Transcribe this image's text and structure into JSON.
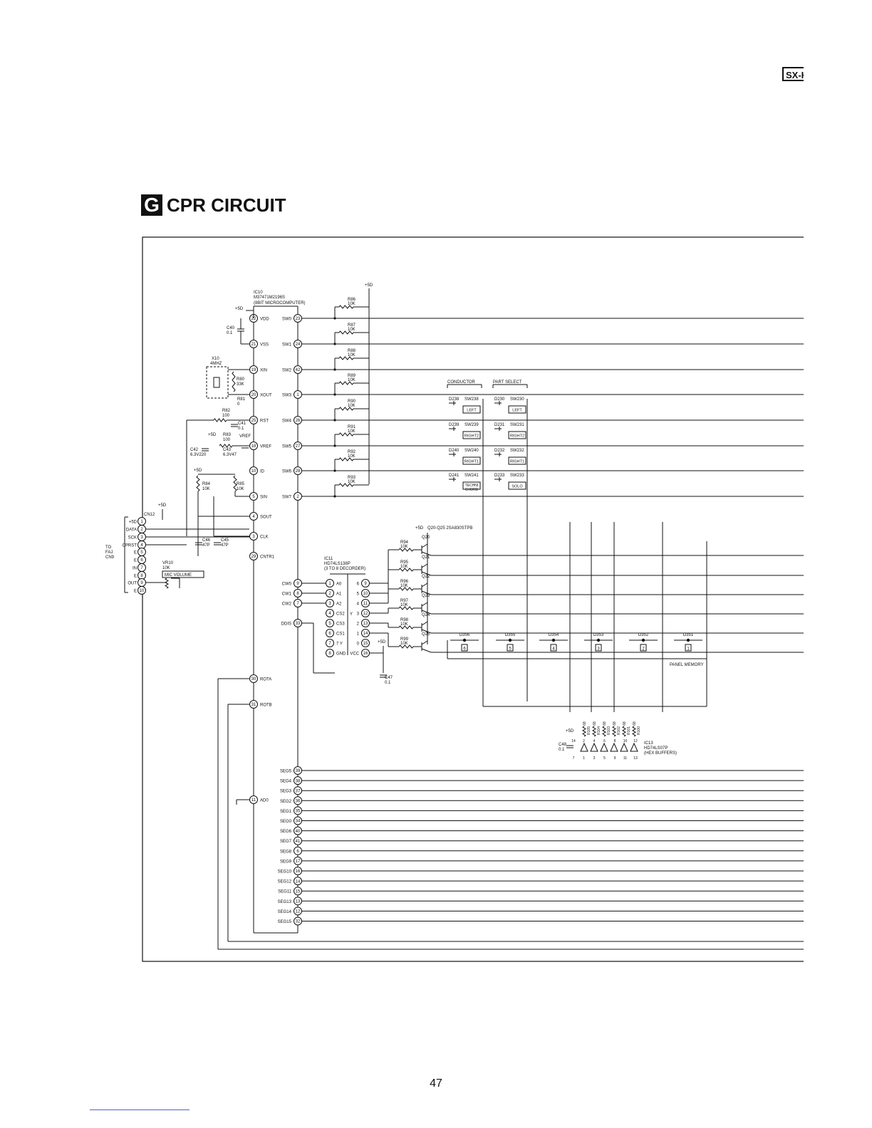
{
  "header": {
    "model": "SX-KN",
    "section_letter": "G",
    "title": "CPR CIRCUIT"
  },
  "page_number": "47",
  "supply_label": "+5D",
  "ic10": {
    "ref": "IC10",
    "part": "M37471M2196S",
    "desc": "(8BIT MICROCOMPUTER)"
  },
  "ic10_left_pins": [
    {
      "num": "22",
      "name": "VDD"
    },
    {
      "num": "21",
      "name": "VSS"
    },
    {
      "num": "19",
      "name": "XIN"
    },
    {
      "num": "20",
      "name": "XOUT"
    },
    {
      "num": "25",
      "name": "RST"
    },
    {
      "num": "18",
      "name": "VREF"
    },
    {
      "num": "10",
      "name": "ID"
    },
    {
      "num": "5",
      "name": "SIN"
    },
    {
      "num": "4",
      "name": "SOUT"
    },
    {
      "num": "3",
      "name": "CLK"
    },
    {
      "num": "29",
      "name": "CNTR1"
    },
    {
      "num": "30",
      "name": "ROTA"
    },
    {
      "num": "31",
      "name": "ROTB"
    },
    {
      "num": "11",
      "name": "AD0"
    }
  ],
  "ic10_right_pins": [
    {
      "num": "23",
      "name": "SW0"
    },
    {
      "num": "24",
      "name": "SW1"
    },
    {
      "num": "42",
      "name": "SW2"
    },
    {
      "num": "1",
      "name": "SW3"
    },
    {
      "num": "26",
      "name": "SW4"
    },
    {
      "num": "27",
      "name": "SW5"
    },
    {
      "num": "28",
      "name": "SW6"
    },
    {
      "num": "2",
      "name": "SW7"
    },
    {
      "num": "9",
      "name": "CW0"
    },
    {
      "num": "8",
      "name": "CW1"
    },
    {
      "num": "7",
      "name": "CW2"
    },
    {
      "num": "33",
      "name": "DDIS"
    }
  ],
  "seg_pins": [
    {
      "num": "39",
      "name": "SEG5"
    },
    {
      "num": "38",
      "name": "SEG4"
    },
    {
      "num": "37",
      "name": "SEG3"
    },
    {
      "num": "36",
      "name": "SEG2"
    },
    {
      "num": "35",
      "name": "SEG1"
    },
    {
      "num": "34",
      "name": "SEG0"
    },
    {
      "num": "40",
      "name": "SEG6"
    },
    {
      "num": "41",
      "name": "SEG7"
    },
    {
      "num": "6",
      "name": "SEG8"
    },
    {
      "num": "17",
      "name": "SEG9"
    },
    {
      "num": "16",
      "name": "SEG10"
    },
    {
      "num": "14",
      "name": "SEG12"
    },
    {
      "num": "15",
      "name": "SEG11"
    },
    {
      "num": "13",
      "name": "SEG13"
    },
    {
      "num": "12",
      "name": "SEG14"
    },
    {
      "num": "32",
      "name": "SEG15"
    }
  ],
  "pullups": [
    {
      "ref": "R86",
      "val": "10K"
    },
    {
      "ref": "R87",
      "val": "10K"
    },
    {
      "ref": "R88",
      "val": "10K"
    },
    {
      "ref": "R89",
      "val": "10K"
    },
    {
      "ref": "R90",
      "val": "10K"
    },
    {
      "ref": "R91",
      "val": "10K"
    },
    {
      "ref": "R92",
      "val": "10K"
    },
    {
      "ref": "R93",
      "val": "10K"
    }
  ],
  "components": {
    "c40": {
      "ref": "C40",
      "val": "0.1"
    },
    "x10": {
      "ref": "X10",
      "val": "4MHZ"
    },
    "r80": {
      "ref": "R80",
      "val": "33K"
    },
    "r81": {
      "ref": "R81",
      "val": "0"
    },
    "r82": {
      "ref": "R82",
      "val": "100"
    },
    "c41": {
      "ref": "C41",
      "val": "0.1"
    },
    "r83": {
      "ref": "R83",
      "val": "100"
    },
    "vref": "VREF",
    "c42": {
      "ref": "C42",
      "val": "6.3V220"
    },
    "c43": {
      "ref": "C43",
      "val": "6.3V47"
    },
    "r84": {
      "ref": "R84",
      "val": "10K"
    },
    "r85": {
      "ref": "R85",
      "val": "10K"
    },
    "c46": {
      "ref": "C46",
      "val": "47P"
    },
    "c45": {
      "ref": "C45",
      "val": "47P"
    },
    "c47": {
      "ref": "C47",
      "val": "0.1"
    },
    "c48": {
      "ref": "C48",
      "val": "0.1"
    },
    "vr10": {
      "ref": "VR10",
      "val": "10K",
      "label": "MIC VOLUME"
    }
  },
  "cn12": {
    "ref": "CN12",
    "to_label": [
      "TO",
      "FAJ",
      "CN9"
    ],
    "pins": [
      {
        "num": "1",
        "name": "+5D"
      },
      {
        "num": "2",
        "name": "DATA"
      },
      {
        "num": "3",
        "name": "SCK"
      },
      {
        "num": "4",
        "name": "CPRST"
      },
      {
        "num": "5",
        "name": "E"
      },
      {
        "num": "6",
        "name": "E"
      },
      {
        "num": "7",
        "name": "IN"
      },
      {
        "num": "8",
        "name": "E"
      },
      {
        "num": "9",
        "name": "OUT"
      },
      {
        "num": "10",
        "name": "E"
      }
    ]
  },
  "ic11": {
    "ref": "IC11",
    "part": "HD74LS138P",
    "desc": "(3 TO 8 DECORDER)",
    "left": [
      {
        "num": "1",
        "name": "A0"
      },
      {
        "num": "2",
        "name": "A1"
      },
      {
        "num": "3",
        "name": "A2"
      },
      {
        "num": "4",
        "name": "CS2"
      },
      {
        "num": "5",
        "name": "CS3"
      },
      {
        "num": "6",
        "name": "CS1"
      },
      {
        "num": "7",
        "name": "7 Y"
      },
      {
        "num": "8",
        "name": "GND"
      }
    ],
    "right": [
      {
        "num": "9",
        "inner": "6"
      },
      {
        "num": "10",
        "inner": "5"
      },
      {
        "num": "11",
        "inner": "4"
      },
      {
        "num": "12",
        "inner": "3"
      },
      {
        "num": "13",
        "inner": "2"
      },
      {
        "num": "14",
        "inner": "1"
      },
      {
        "num": "15",
        "inner": "0"
      },
      {
        "num": "16",
        "inner": "VCC"
      }
    ],
    "y_label": "Y"
  },
  "transistors": {
    "note": "Q20-Q25 2SA830STPB",
    "items": [
      {
        "q": "Q20",
        "r": "R94",
        "val": "10K"
      },
      {
        "q": "Q21",
        "r": "R95",
        "val": "10K"
      },
      {
        "q": "Q22",
        "r": "R96",
        "val": "10K"
      },
      {
        "q": "Q23",
        "r": "R97",
        "val": "10K"
      },
      {
        "q": "Q24",
        "r": "R98",
        "val": "10K"
      },
      {
        "q": "Q25",
        "r": "R99",
        "val": "10K"
      }
    ]
  },
  "conductor": {
    "label": "CONDUCTOR",
    "items": [
      {
        "d": "D238",
        "sw": "SW238",
        "key": "LEFT"
      },
      {
        "d": "D239",
        "sw": "SW239",
        "key": "RIGHT2"
      },
      {
        "d": "D240",
        "sw": "SW240",
        "key": "RIGHT1"
      },
      {
        "d": "D241",
        "sw": "SW241",
        "key": "TECHNI CHORD"
      }
    ]
  },
  "part_select": {
    "label": "PART SELECT",
    "items": [
      {
        "d": "D230",
        "sw": "SW230",
        "key": "LEFT"
      },
      {
        "d": "D231",
        "sw": "SW231",
        "key": "RIGHT2"
      },
      {
        "d": "D232",
        "sw": "SW232",
        "key": "RIGHT1"
      },
      {
        "d": "D233",
        "sw": "SW233",
        "key": "SOLO"
      }
    ]
  },
  "panel_memory": {
    "label": "PANEL MEMORY",
    "items": [
      {
        "d": "D356",
        "key": "6"
      },
      {
        "d": "D355",
        "key": "5"
      },
      {
        "d": "D354",
        "key": "4"
      },
      {
        "d": "D353",
        "key": "3"
      },
      {
        "d": "D352",
        "key": "2"
      },
      {
        "d": "D351",
        "key": "1"
      }
    ]
  },
  "ic13": {
    "ref": "IC13",
    "part": "HD74LS07P",
    "desc": "(HEX BUFFERS)",
    "resistors": [
      {
        "ref": "R105",
        "val": "68"
      },
      {
        "ref": "R104",
        "val": "68"
      },
      {
        "ref": "R103",
        "val": "68"
      },
      {
        "ref": "R102",
        "val": "68"
      },
      {
        "ref": "R101",
        "val": "68"
      },
      {
        "ref": "R100",
        "val": "68"
      }
    ],
    "top_pins": [
      "14",
      "2",
      "4",
      "6",
      "8",
      "10",
      "12"
    ],
    "bottom_pins": [
      "7",
      "1",
      "3",
      "5",
      "9",
      "11",
      "13"
    ]
  }
}
